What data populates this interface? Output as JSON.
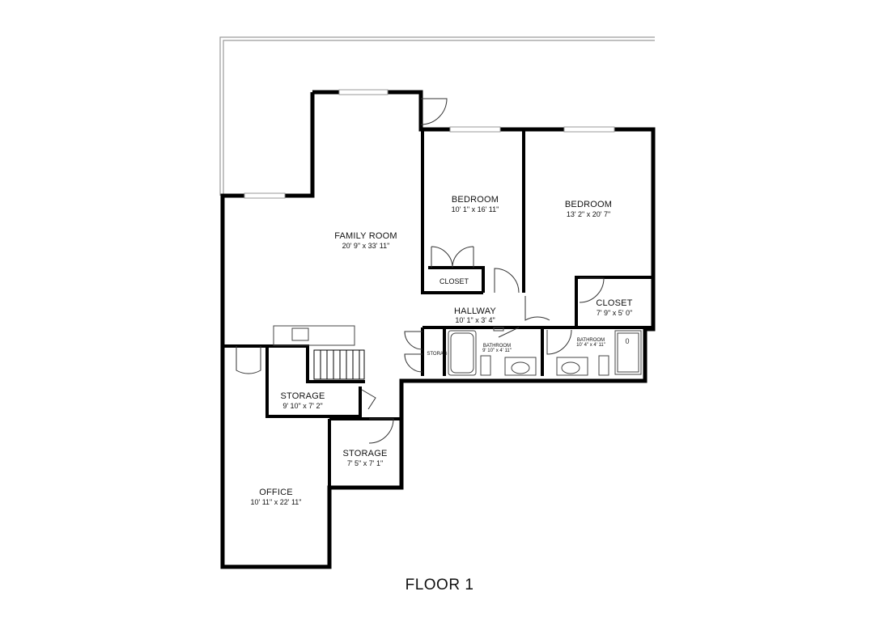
{
  "floor_title": "FLOOR 1",
  "rooms": {
    "family_room": {
      "name": "FAMILY ROOM",
      "dims": "20' 9\" x 33' 11\""
    },
    "bedroom_1": {
      "name": "BEDROOM",
      "dims": "10' 1\" x 16' 11\""
    },
    "bedroom_2": {
      "name": "BEDROOM",
      "dims": "13' 2\" x 20' 7\""
    },
    "closet_1": {
      "name": "CLOSET"
    },
    "closet_2": {
      "name": "CLOSET",
      "dims": "7' 9\" x 5' 0\""
    },
    "hallway": {
      "name": "HALLWAY",
      "dims": "10' 1\" x 3' 4\""
    },
    "bathroom_1": {
      "name": "BATHROOM",
      "dims": "9' 10\" x 4' 11\""
    },
    "bathroom_2": {
      "name": "BATHROOM",
      "dims": "10' 4\" x 4' 11\""
    },
    "storage_small": {
      "name": "STORAG"
    },
    "storage_1": {
      "name": "STORAGE",
      "dims": "9' 10\" x 7' 2\""
    },
    "storage_2": {
      "name": "STORAGE",
      "dims": "7' 5\" x 7' 1\""
    },
    "office": {
      "name": "OFFICE",
      "dims": "10' 11\" x 22' 11\""
    }
  },
  "colors": {
    "wall": "#000000",
    "deck_outline": "#9a9a9a",
    "window": "#9a9a9a",
    "fixture": "#444444"
  }
}
